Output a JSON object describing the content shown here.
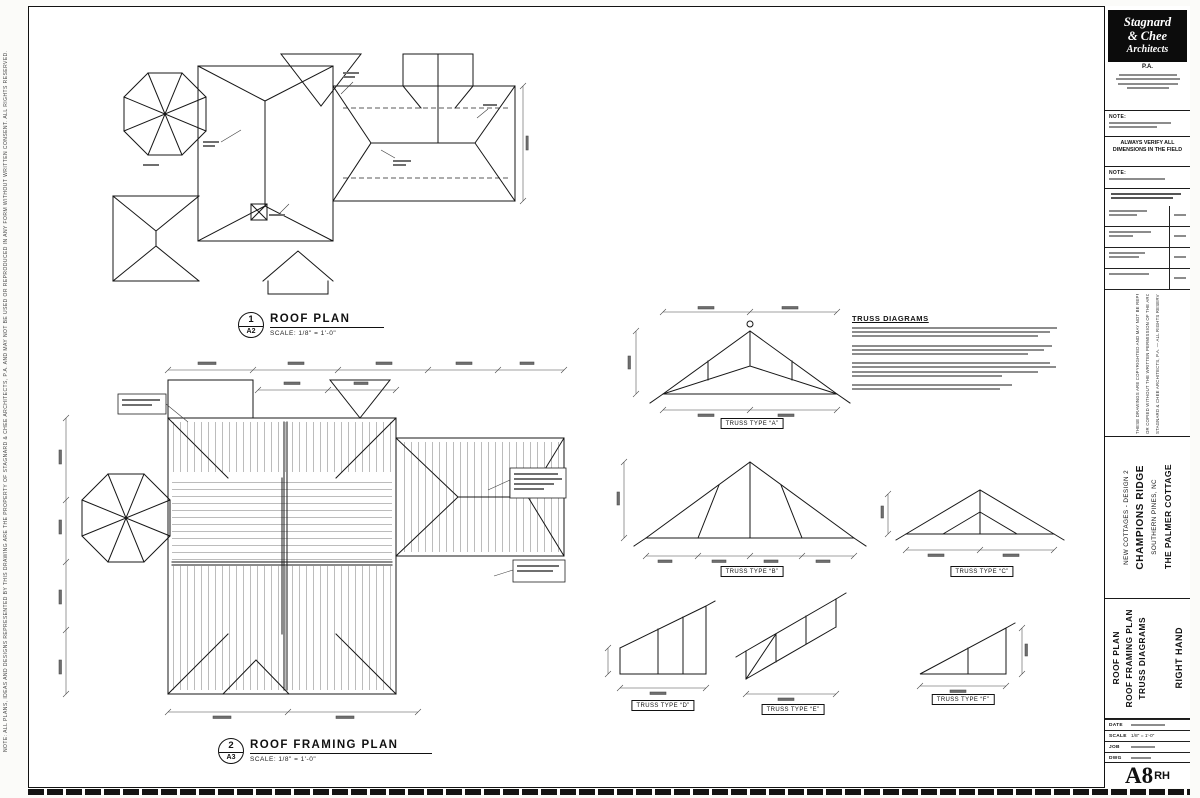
{
  "page": {
    "left_margin_note": "NOTE: ALL PLANS, IDEAS AND DESIGNS REPRESENTED BY THIS DRAWING ARE THE PROPERTY OF STAGNARD & CHEE ARCHITECTS, P.A. AND MAY NOT BE USED OR REPRODUCED IN ANY FORM WITHOUT WRITTEN CONSENT. ALL RIGHTS RESERVED."
  },
  "callouts": {
    "roof_plan": {
      "number": "1",
      "sheet": "A2",
      "title": "ROOF PLAN",
      "scale": "SCALE: 1/8\" = 1'-0\""
    },
    "framing_plan": {
      "number": "2",
      "sheet": "A3",
      "title": "ROOF FRAMING PLAN",
      "scale": "SCALE: 1/8\" = 1'-0\""
    }
  },
  "truss_section": {
    "heading": "TRUSS DIAGRAMS",
    "labels": [
      "TRUSS TYPE “A”",
      "TRUSS TYPE “B”",
      "TRUSS TYPE “C”",
      "TRUSS TYPE “D”",
      "TRUSS TYPE “E”",
      "TRUSS TYPE “F”"
    ]
  },
  "titleblock": {
    "firm": {
      "line1": "Stagnard",
      "line2": "& Chee",
      "line3": "Architects",
      "suffix": "P.A."
    },
    "note1_label": "NOTE:",
    "verify_note": "ALWAYS VERIFY ALL DIMENSIONS IN THE FIELD",
    "note2_label": "NOTE:",
    "copyright_lines": [
      "THESE DRAWINGS ARE COPYRIGHTED AND MAY NOT BE REPRODUCED",
      "OR COPIED WITHOUT THE WRITTEN PERMISSION OF THE ARCHITECT",
      "STAGNARD & CHEE ARCHITECTS, P.A. — ALL RIGHTS RESERVED"
    ],
    "project": {
      "line1": "NEW COTTAGES - DESIGN 2",
      "line2": "CHAMPIONS RIDGE",
      "line3": "SOUTHERN PINES, NC",
      "line4": "THE PALMER COTTAGE"
    },
    "sheet_titles": [
      "ROOF PLAN",
      "ROOF FRAMING PLAN",
      "TRUSS DIAGRAMS"
    ],
    "hand": "RIGHT HAND",
    "fields": {
      "date_label": "DATE",
      "scale_label": "SCALE",
      "scale_value": "1/8\" = 1'-0\"",
      "job_label": "JOB",
      "dwg_label": "DWG"
    },
    "sheet_number": "A8",
    "sheet_suffix": "RH"
  }
}
